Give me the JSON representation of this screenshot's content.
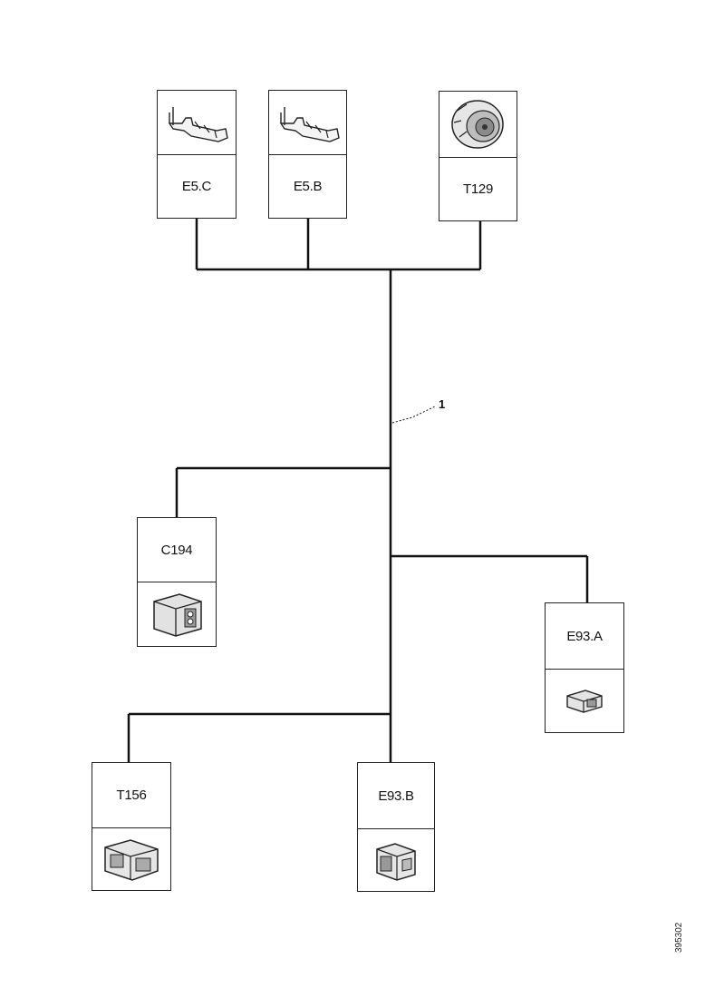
{
  "connectors": {
    "e5c": {
      "label": "E5.C",
      "icon": "terminal-pin-icon"
    },
    "e5b": {
      "label": "E5.B",
      "icon": "terminal-pin-icon"
    },
    "t129": {
      "label": "T129",
      "icon": "round-connector-icon"
    },
    "c194": {
      "label": "C194",
      "icon": "block-connector-icon"
    },
    "e93a": {
      "label": "E93.A",
      "icon": "small-connector-icon"
    },
    "t156": {
      "label": "T156",
      "icon": "dual-connector-icon"
    },
    "e93b": {
      "label": "E93.B",
      "icon": "plug-connector-icon"
    }
  },
  "harness": {
    "callout": "1"
  },
  "document_id": "395302"
}
